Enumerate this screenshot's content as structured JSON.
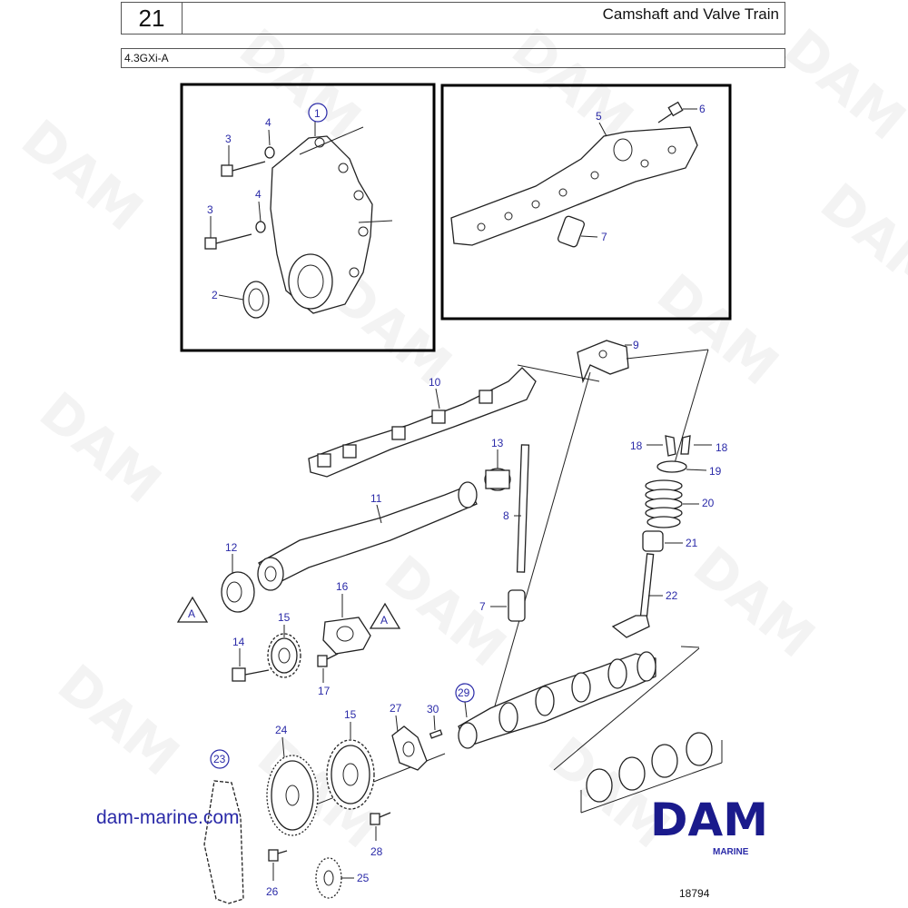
{
  "header": {
    "section_number": "21",
    "title": "Camshaft and Valve Train",
    "model": "4.3GXi-A"
  },
  "callouts": {
    "c1": "1",
    "c2": "2",
    "c3a": "3",
    "c3b": "3",
    "c4a": "4",
    "c4b": "4",
    "c5": "5",
    "c6": "6",
    "c7a": "7",
    "c7b": "7",
    "c8": "8",
    "c9": "9",
    "c10": "10",
    "c11": "11",
    "c12": "12",
    "c13": "13",
    "c14": "14",
    "c15a": "15",
    "c15b": "15",
    "c16": "16",
    "c17": "17",
    "c18a": "18",
    "c18b": "18",
    "c19": "19",
    "c20": "20",
    "c21": "21",
    "c22": "22",
    "c23": "23",
    "c24": "24",
    "c25": "25",
    "c26": "26",
    "c27": "27",
    "c28": "28",
    "c29": "29",
    "c30": "30",
    "ref_a1": "A",
    "ref_a2": "A"
  },
  "watermark": "DAM",
  "footer": {
    "website": "dam-marine.com",
    "logo_text": "DAM",
    "logo_sub": "MARINE",
    "figure_id": "18794"
  },
  "colors": {
    "callout": "#2a2aa8",
    "logo": "#1a1a8c",
    "line": "#222222"
  }
}
